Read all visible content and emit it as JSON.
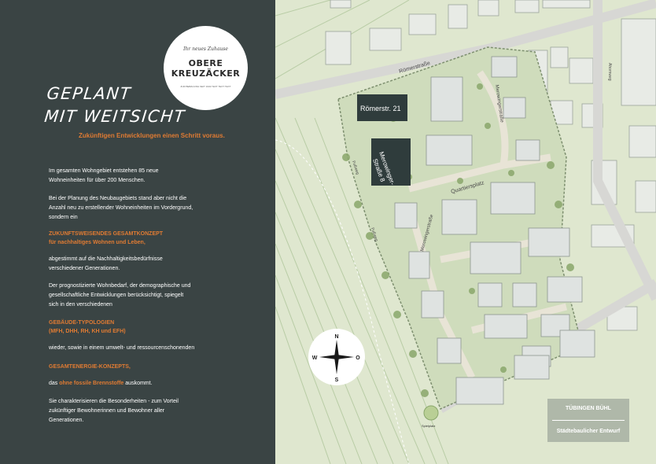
{
  "logo": {
    "script_text": "Ihr neues Zuhause",
    "name_line1": "OBERE",
    "name_line2": "KREUZÄCKER",
    "small_text": "ZUR BEBAUUNG SEIT 1932 TEXT TEXT TEXT"
  },
  "headline": {
    "line1": "GEPLANT",
    "line2": "MIT WEITSICHT"
  },
  "subline": "Zukünftigen Entwicklungen einen Schritt voraus.",
  "paragraphs": {
    "p1_line1": "Im gesamten Wohngebiet entstehen 85 neue",
    "p1_line2": "Wohneinheiten für über 200 Menschen.",
    "p2_line1": "Bei der Planung des Neubaugebiets stand aber nicht die",
    "p2_line2": "Anzahl neu zu erstellender Wohneinheiten im Vordergrund,",
    "p2_line3": "sondern ein",
    "h1_line1": "ZUKUNFTSWEISENDES GESAMTKONZEPT",
    "h1_line2": "für nachhaltiges Wohnen und Leben,",
    "p3_line1": "abgestimmt auf die Nachhaltigkeitsbedürfnisse",
    "p3_line2": "verschiedener Generationen.",
    "p4_line1": "Der prognostizierte Wohnbedarf, der demographische und",
    "p4_line2": "gesellschaftliche Entwicklungen berücksichtigt, spiegelt",
    "p4_line3": "sich in den verschiedenen",
    "h2_line1": "GEBÄUDE-TYPOLOGIEN",
    "h2_line2": "(MFH, DHH, RH, KH und EFH)",
    "p5": "wieder, sowie in einem umwelt- und ressourcenschonenden",
    "h3": "GESAMTENERGIE-KONZEPTS,",
    "p6_prefix": "das",
    "p6_highlight": "ohne fossile  Brennstoffe",
    "p6_suffix": "auskommt.",
    "p7_line1": "Sie charakterisieren die Besonderheiten - zum Vorteil",
    "p7_line2": "zukünftiger Bewohnerinnen und Bewohner aller",
    "p7_line3": "Generationen."
  },
  "map": {
    "street_roemerstrasse": "Römerstraße",
    "street_merowinger": "Merowingerstraße",
    "street_quartiersplatz": "Quartiersplatz",
    "street_fussweg": "Fußweg",
    "street_right": "Ahornweg",
    "box_roemerstr": "Römerstr. 21",
    "box_merowinger_line1": "Merowinger-",
    "box_merowinger_line2": "Straße 8",
    "playground": "Spielplatz",
    "compass_n": "N",
    "compass_s": "S",
    "compass_w": "W",
    "compass_o": "O",
    "colors": {
      "dark_panel": "#3a4444",
      "accent_orange": "#e07b33",
      "map_green": "#dfe7cf",
      "road": "#d9d9d9",
      "building_block": "#2f3c3c"
    }
  },
  "info_box": {
    "line1": "TÜBINGEN BÜHL",
    "line2": "Städtebaulicher Entwurf"
  }
}
